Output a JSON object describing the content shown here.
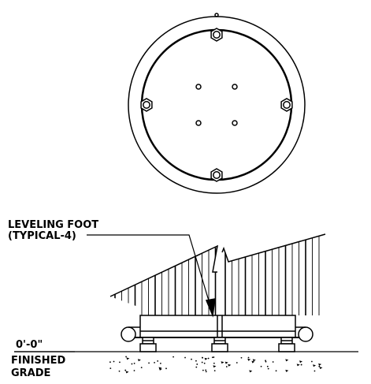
{
  "annotations": {
    "leveling_foot_line1": "LEVELING FOOT",
    "leveling_foot_line2": "(TYPICAL-4)",
    "elevation": "0'-0\"",
    "finished_grade_line1": "FINISHED",
    "finished_grade_line2": "GRADE"
  },
  "plan_view": {
    "leveling_feet_count": 4,
    "center_holes_count": 4
  },
  "colors": {
    "line": "#000000",
    "background": "#ffffff"
  }
}
